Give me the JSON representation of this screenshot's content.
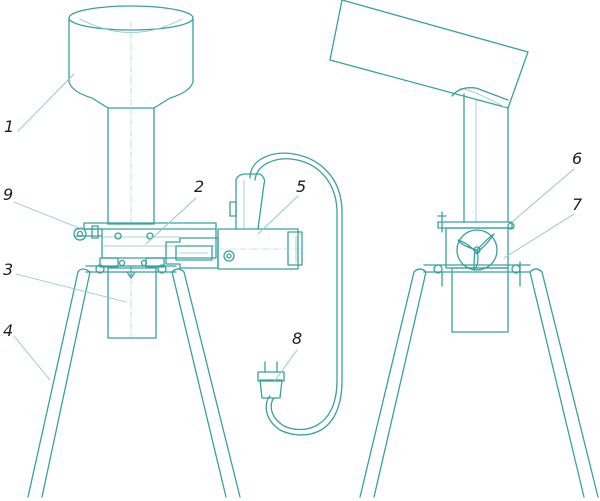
{
  "colors": {
    "line": "#3aa0a0",
    "thin": "#8cc9c5",
    "label": "#1f1f1f",
    "background": "#ffffff"
  },
  "callouts": [
    {
      "id": "hopper",
      "label": "1"
    },
    {
      "id": "housing",
      "label": "2"
    },
    {
      "id": "frame-bracket",
      "label": "3"
    },
    {
      "id": "leg",
      "label": "4"
    },
    {
      "id": "motor",
      "label": "5"
    },
    {
      "id": "screw-fastener",
      "label": "6"
    },
    {
      "id": "knife-rotor",
      "label": "7"
    },
    {
      "id": "power-plug",
      "label": "8"
    },
    {
      "id": "clamp-handle",
      "label": "9"
    }
  ]
}
